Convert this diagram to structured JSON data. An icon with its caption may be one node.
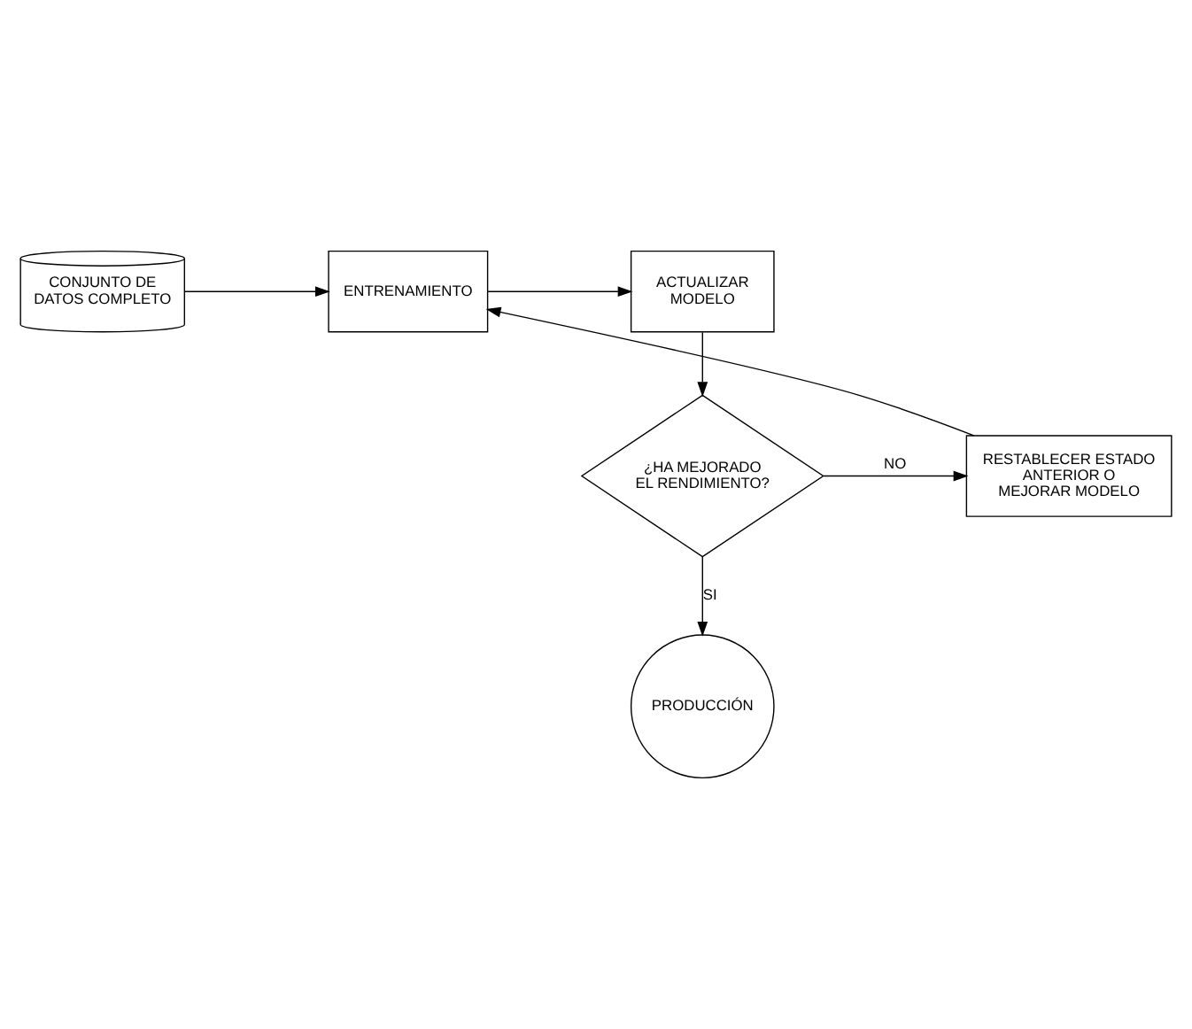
{
  "diagram": {
    "nodes": [
      {
        "text": [
          "CONJUNTO DE DATOS COMPLETO"
        ]
      },
      {
        "text": [
          "ENTRENAMIENTO"
        ]
      },
      {
        "text": [
          "ACTUALIZAR MODELO"
        ]
      },
      {
        "text": [
          "¿HA MEJORADO EL RENDIMIENTO?"
        ]
      },
      {
        "text": [
          "RESTABLECER ESTADO ANTERIOR O MEJORAR MODELO"
        ]
      },
      {
        "text": [
          "PRODUCCIÓN"
        ]
      }
    ],
    "edges": [
      {
        "from": 0,
        "to": 1,
        "arrow": "to"
      },
      {
        "from": 1,
        "to": 2,
        "arrow": "to"
      },
      {
        "from": 2,
        "to": 3,
        "arrow": "to"
      },
      {
        "from": 3,
        "to": 4,
        "arrow": "to",
        "label": "NO"
      },
      {
        "from": 4,
        "to": 1,
        "arrow": "to"
      },
      {
        "from": 3,
        "to": 5,
        "arrow": "to",
        "label": "SI"
      }
    ]
  }
}
